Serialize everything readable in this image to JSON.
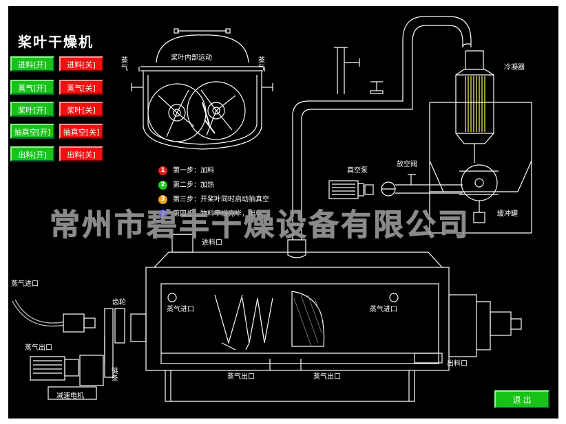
{
  "app": {
    "title": "桨叶干燥机"
  },
  "buttons": [
    {
      "on": "进料[开]",
      "off": "进料[关]"
    },
    {
      "on": "蒸气[开]",
      "off": "蒸气[关]"
    },
    {
      "on": "桨叶[开]",
      "off": "桨叶[关]"
    },
    {
      "on": "抽真空[开]",
      "off": "抽真空[关]"
    },
    {
      "on": "出料[开]",
      "off": "出料[关]"
    }
  ],
  "exit_label": "退 出",
  "steps": [
    {
      "num": "1",
      "text": "第一步：加料",
      "color": "#e02020"
    },
    {
      "num": "2",
      "text": "第二步：加热",
      "color": "#22cc22"
    },
    {
      "num": "3",
      "text": "第三步：开桨叶同时启动抽真空",
      "color": "#f0a020"
    },
    {
      "num": "4",
      "text": "第四步：物料干燥完毕，出料",
      "color": "#3050ff"
    }
  ],
  "labels": {
    "paddle_motion": "桨叶内部运动",
    "steam_left": "蒸气",
    "steam_right": "蒸气",
    "condenser": "冷凝器",
    "vacuum_pump": "真空泵",
    "vent_valve": "放空阀",
    "buffer_tank": "缓冲罐",
    "feed_port": "进料口",
    "steam_inlet_top": "蒸气进口",
    "gear": "齿轮",
    "steam_outlet_left": "蒸气出口",
    "chain": "链条",
    "reducer_motor": "减速电机",
    "inner_steam_inlet_left": "蒸气进口",
    "inner_steam_inlet_right": "蒸气进口",
    "steam_outlet_bottom_left": "蒸气出口",
    "steam_outlet_bottom_right": "蒸气出口",
    "discharge_port": "出料口"
  },
  "watermark": "常州市碧丰干燥设备有限公司",
  "colors": {
    "background": "#000000",
    "on_button": "#19c219",
    "off_button": "#f01010",
    "line": "#ffffff",
    "condenser_tubes": "#ffff66"
  }
}
